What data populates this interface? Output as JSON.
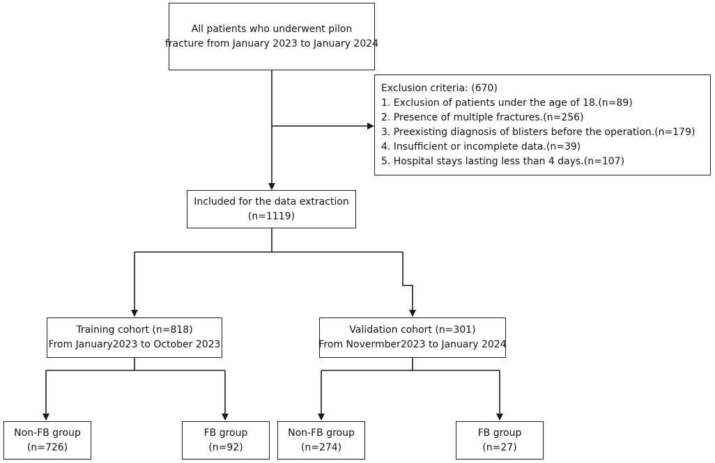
{
  "nodes": {
    "all_patients": {
      "lines": [
        "All patients who underwent pilon",
        "fracture from January 2023 to January 2024"
      ]
    },
    "exclusion": {
      "lines": [
        "Exclusion criteria:  (670)",
        "1. Exclusion of patients under the age of 18.(n=89)",
        "2. Presence of multiple fractures.(n=256)",
        "3. Preexisting diagnosis of blisters before the operation.(n=179)",
        "4. Insufficient or incomplete data.(n=39)",
        "5. Hospital stays lasting less than 4 days.(n=107)"
      ]
    },
    "included": {
      "lines": [
        "Included for the data extraction",
        "(n=1119)"
      ]
    },
    "training": {
      "lines": [
        "Training cohort (n=818)",
        "From January2023 to October 2023"
      ]
    },
    "validation": {
      "lines": [
        "Validation cohort (n=301)",
        "From Novermber2023 to January 2024"
      ]
    },
    "train_nonfb": {
      "lines": [
        "Non-FB group",
        "(n=726)"
      ]
    },
    "train_fb": {
      "lines": [
        "FB group",
        "(n=92)"
      ]
    },
    "val_nonfb": {
      "lines": [
        "Non-FB group",
        "(n=274)"
      ]
    },
    "val_fb": {
      "lines": [
        "FB group",
        "(n=27)"
      ]
    }
  },
  "colors": {
    "stroke": "#1a1a1a",
    "background": "#ffffff"
  }
}
